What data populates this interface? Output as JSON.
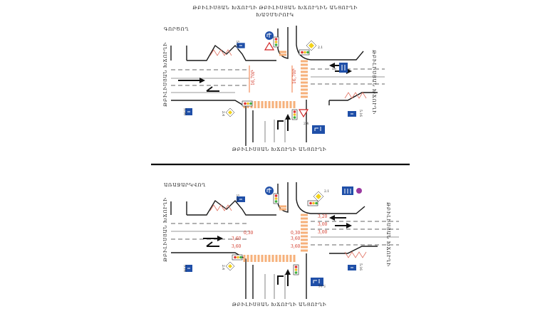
{
  "header": {
    "title_line1": "ԹԲԻԼԻՍՅԱՆ ԽՃՈՒՂԻ ԹԲԻԼԻՍՅԱՆ ԽՃՈՒՂԻՆ ԱՆՑՈՒՂԻ",
    "title_line2": "ԽԱՉՄԵՐՈՒԿ"
  },
  "top_panel": {
    "section_label": "ԳՈՐԾՈՂ",
    "left_road_label": "ԹԲԻԼԻՍՅԱՆ ԽՃՈՒՂԻ",
    "right_road_label": "ԹԲԻԼԻՍՅԱՆ ԽՃՈՒՂԻ",
    "bottom_road_label": "ԹԲԻԼԻՍՅԱՆ ԽՃՈՒՂԻ ԱՆՑՈՒՂԻ",
    "dim_left": "16,70Ր",
    "dim_right": "16,70Ր",
    "sign_codes": {
      "s_5_16_top": "5.16",
      "s_2_1_top": "2.1",
      "s_2_4_left": "2.4",
      "s_2_4_bottom": "2.4",
      "s_5_16_left": "5.16",
      "s_5_16_right": "5.16"
    }
  },
  "bottom_panel": {
    "section_label": "ԱՌԱՋԱՐԿՎՈՂ",
    "left_road_label": "ԹԲԻԼԻՍՅԱՆ ԽՃՈՒՂԻ",
    "right_road_label": "ԹԲԻԼԻՍՅԱՆ ԽՃՈՒՂԻ",
    "bottom_road_label": "ԹԲԻԼԻՍՅԱՆ ԽՃՈՒՂԻ ԱՆՑՈՒՂԻ",
    "dims_right": [
      "3,20",
      "3,00",
      "3,00"
    ],
    "dims_left": [
      "3,60",
      "3,60"
    ],
    "dims_center": [
      "0,30",
      "0,30",
      "3,60",
      "3,60"
    ],
    "sign_codes": {
      "s_5_16_top": "5.16",
      "s_2_1_top": "2.1",
      "s_2_4_left": "2.4",
      "s_5_16_left": "5.16",
      "s_5_16_right": "5.16",
      "s_5_16_bottom": "5.16"
    }
  },
  "colors": {
    "road_line": "#1a1a1a",
    "crosswalk": "#f6b07a",
    "dimension_text": "#d03020",
    "sign_blue": "#1f4fa8",
    "sign_yellow": "#f2d21a"
  }
}
